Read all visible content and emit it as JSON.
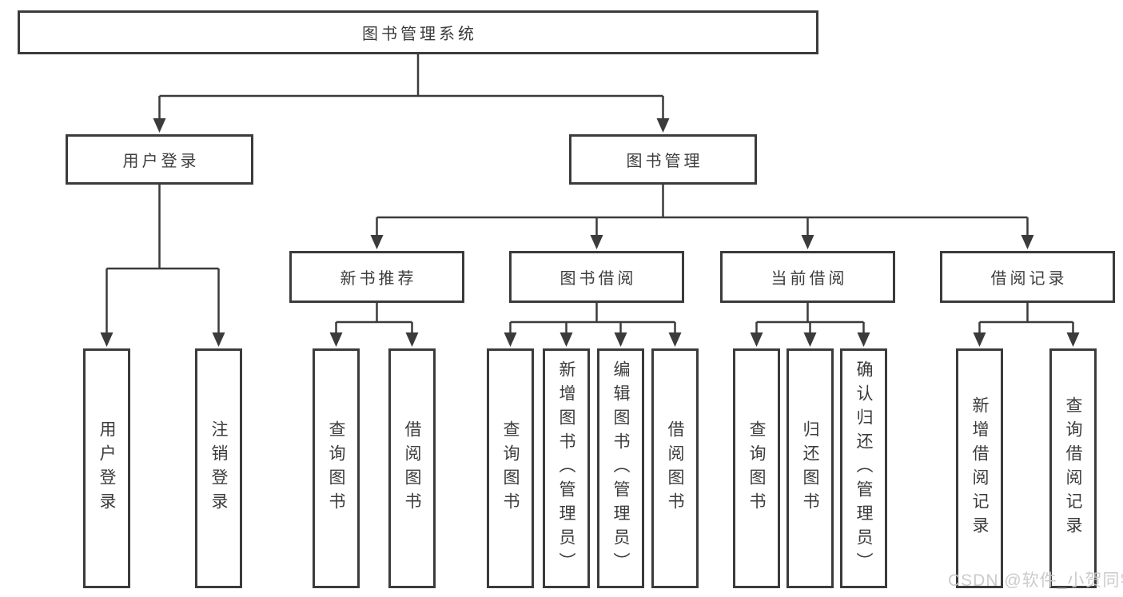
{
  "diagram_type": "hierarchy-tree",
  "tree": {
    "label": "图书管理系统",
    "children": [
      {
        "label": "用户登录",
        "children": [
          {
            "label": "用户登录"
          },
          {
            "label": "注销登录"
          }
        ]
      },
      {
        "label": "图书管理",
        "children": [
          {
            "label": "新书推荐",
            "children": [
              {
                "label": "查询图书"
              },
              {
                "label": "借阅图书"
              }
            ]
          },
          {
            "label": "图书借阅",
            "children": [
              {
                "label": "查询图书"
              },
              {
                "label": "新增图书（管理员）"
              },
              {
                "label": "编辑图书（管理员）"
              },
              {
                "label": "借阅图书"
              }
            ]
          },
          {
            "label": "当前借阅",
            "children": [
              {
                "label": "查询图书"
              },
              {
                "label": "归还图书"
              },
              {
                "label": "确认归还（管理员）"
              }
            ]
          },
          {
            "label": "借阅记录",
            "children": [
              {
                "label": "新增借阅记录"
              },
              {
                "label": "查询借阅记录"
              }
            ]
          }
        ]
      }
    ]
  },
  "watermark": "CSDN @软件_小贺同学",
  "colors": {
    "line": "#3b3b3b",
    "box_border": "#3b3b3b",
    "text": "#3c3c3c",
    "watermark_text": "#c9c9c9",
    "background": "#ffffff"
  }
}
